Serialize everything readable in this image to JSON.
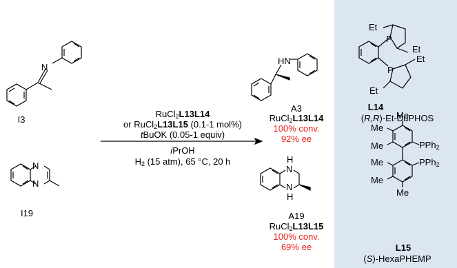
{
  "substrates": {
    "imine_label": "I3",
    "quinoxaline_label": "I19"
  },
  "conditions": {
    "line1_prefix": "RuCl",
    "line1_sub": "2",
    "line1_ligand": "L13L14",
    "line2_prefix": "or RuCl",
    "line2_sub": "2",
    "line2_ligand": "L13L15",
    "line2_suffix": " (0.1-1 mol%)",
    "line3_italic": "t",
    "line3_rest": "BuOK (0.05-1 equiv)",
    "line4_italic": "i",
    "line4_rest": "PrOH",
    "line5_h": "H",
    "line5_sub": "2",
    "line5_rest": " (15 atm), 65 °C, 20 h"
  },
  "products": [
    {
      "label": "A3",
      "catalyst_prefix": "RuCl",
      "catalyst_sub": "2",
      "catalyst_ligand": "L13L14",
      "conversion": "100% conv.",
      "ee": "92% ee"
    },
    {
      "label": "A19",
      "catalyst_prefix": "RuCl",
      "catalyst_sub": "2",
      "catalyst_ligand": "L13L15",
      "conversion": "100% conv.",
      "ee": "69% ee"
    }
  ],
  "ligands": [
    {
      "code": "L14",
      "name_prefix": "(",
      "name_stereo": "R,R",
      "name_mid": ")-Et-DuPHOS",
      "atoms": [
        "Et",
        "Et",
        "Et",
        "Et",
        "P",
        "P"
      ]
    },
    {
      "code": "L15",
      "name_prefix": "(",
      "name_stereo": "S",
      "name_mid": ")-HexaPHEMP",
      "atoms": [
        "Me",
        "Me",
        "Me",
        "Me",
        "Me",
        "Me",
        "PPh",
        "2",
        "PPh",
        "2"
      ]
    }
  ],
  "atom_labels": {
    "imine_n": "N",
    "amine_nh": "HN",
    "thq_nh_top": "H",
    "thq_n_top": "N",
    "thq_n_bottom": "N",
    "thq_nh_bottom": "H",
    "quinox_n1": "N",
    "quinox_n2": "N"
  },
  "colors": {
    "panel": "#dce6f3",
    "highlight": "#e8201e",
    "ink": "#000000"
  }
}
